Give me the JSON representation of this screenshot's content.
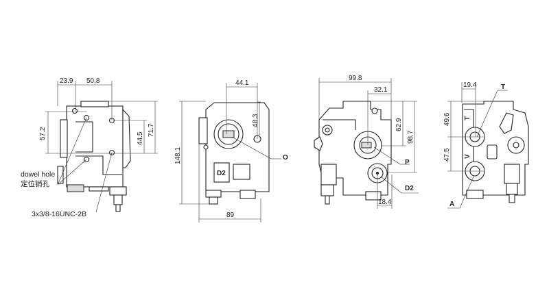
{
  "views": {
    "side_left": {
      "dims": {
        "d1": "23.9",
        "d2": "50.8",
        "d3": "57.2",
        "d4": "44.5",
        "d5": "71.7"
      },
      "labels": {
        "dowel_en": "dowel hole",
        "dowel_cn": "定位销孔",
        "thread": "3x3/8-16UNC-2B"
      }
    },
    "front": {
      "dims": {
        "d1": "44.1",
        "d2": "48.3",
        "d3": "148.1",
        "d4": "89"
      },
      "labels": {
        "port_o": "O",
        "plate_d2": "D2"
      }
    },
    "rear": {
      "dims": {
        "d1": "99.8",
        "d2": "32.1",
        "d3": "62.9",
        "d4": "98.7",
        "d5": "18.4"
      },
      "labels": {
        "port_p": "P",
        "port_d2": "D2"
      }
    },
    "side_right": {
      "dims": {
        "d1": "19.4",
        "d2": "49.6",
        "d3": "47.5"
      },
      "labels": {
        "port_t": "T",
        "port_a": "A",
        "mark_t": "T",
        "mark_v": "V"
      }
    }
  }
}
